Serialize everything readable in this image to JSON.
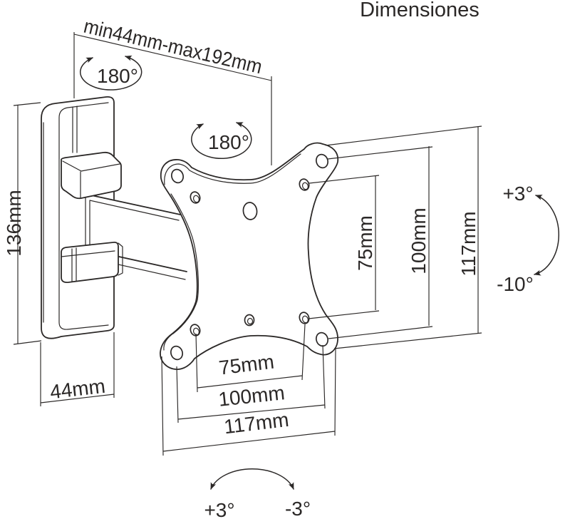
{
  "title": "Dimensiones",
  "colors": {
    "line": "#2b2827",
    "background": "#ffffff"
  },
  "drawing": {
    "description": "technical dimensions diagram of an articulating TV wall mount bracket",
    "labels": {
      "arm_extension_range": "min44mm-max192mm",
      "wall_swivel_angle": "180°",
      "plate_swivel_angle": "180°",
      "wall_plate_height": "136mm",
      "wall_plate_width": "44mm",
      "vesa_height_75": "75mm",
      "vesa_height_100": "100mm",
      "plate_height_117": "117mm",
      "vesa_width_75": "75mm",
      "vesa_width_100": "100mm",
      "plate_width_117": "117mm",
      "tilt_up": "+3°",
      "tilt_down": "-10°",
      "rotation_left": "+3°",
      "rotation_right": "-3°"
    }
  }
}
